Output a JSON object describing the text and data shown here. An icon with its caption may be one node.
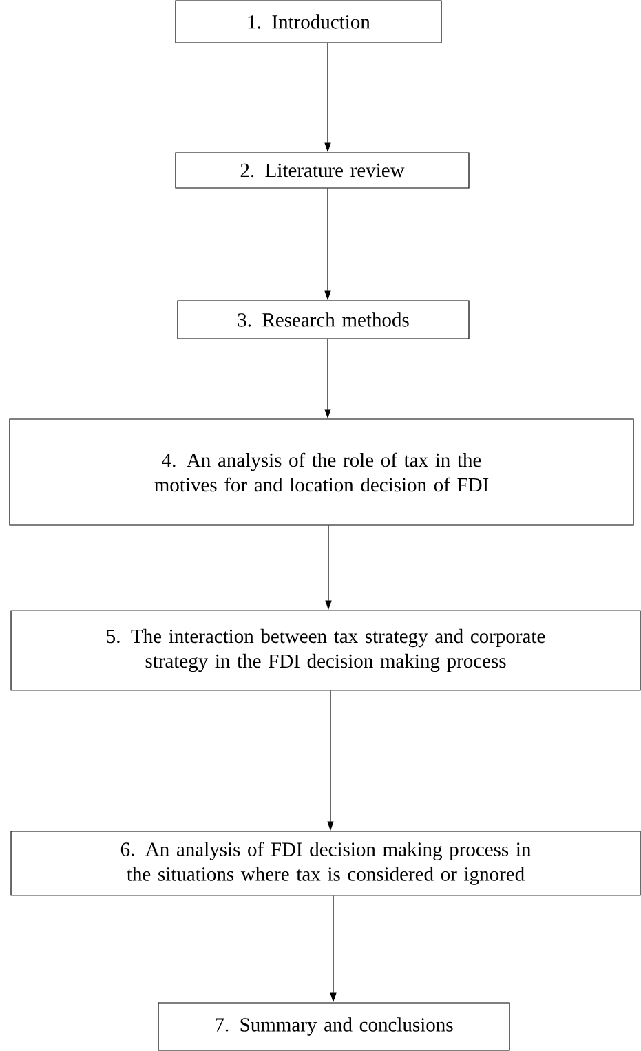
{
  "diagram": {
    "nodes": [
      {
        "text": [
          "1.  Introduction"
        ]
      },
      {
        "text": [
          "2.  Literature review"
        ]
      },
      {
        "text": [
          "3. Research methods"
        ]
      },
      {
        "text": [
          "4. An analysis of the role of tax in the motives for and location decision of FDI"
        ]
      },
      {
        "text": [
          "5. The interaction between tax strategy and corporate strategy in the FDI decision making process"
        ]
      },
      {
        "text": [
          "6. An analysis of FDI decision making process in the situations where tax is considered or ignored"
        ]
      },
      {
        "text": [
          "7. Summary and conclusions"
        ]
      }
    ],
    "edges": [
      {
        "from": 0,
        "to": 1,
        "arrow": "to"
      },
      {
        "from": 1,
        "to": 2,
        "arrow": "to"
      },
      {
        "from": 2,
        "to": 3,
        "arrow": "to"
      },
      {
        "from": 3,
        "to": 4,
        "arrow": "to"
      },
      {
        "from": 4,
        "to": 5,
        "arrow": "to"
      },
      {
        "from": 5,
        "to": 6,
        "arrow": "to"
      }
    ]
  }
}
